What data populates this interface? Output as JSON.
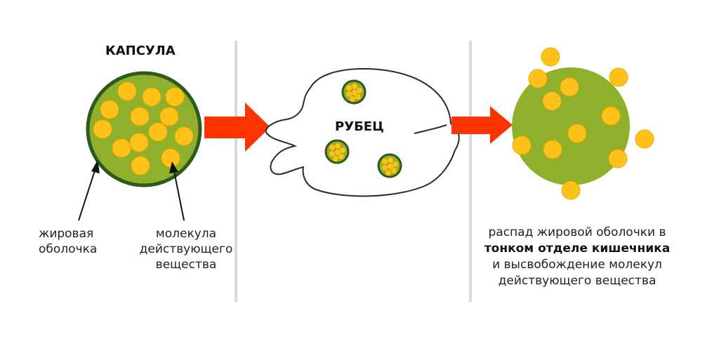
{
  "stage_capsule": {
    "title": "КАПСУЛА",
    "label_shell_line1": "жировая",
    "label_shell_line2": "оболочка",
    "label_molecule_line1": "молекула",
    "label_molecule_line2": "действующего",
    "label_molecule_line3": "вещества"
  },
  "stage_rumen": {
    "title": "РУБЕЦ"
  },
  "stage_intestine": {
    "caption_line1": "распад жировой оболочки в",
    "caption_line2_bold": "тонком отделе кишечника",
    "caption_line3": "и высвобождение молекул",
    "caption_line4": "действующего вещества"
  },
  "colors": {
    "capsule_fill": "#8fb02a",
    "capsule_border": "#2e5a1c",
    "molecule_fill": "#ffc21a",
    "molecule_border": "#f0a800",
    "arrow": "#ff3300",
    "divider": "#d9d9d9"
  }
}
